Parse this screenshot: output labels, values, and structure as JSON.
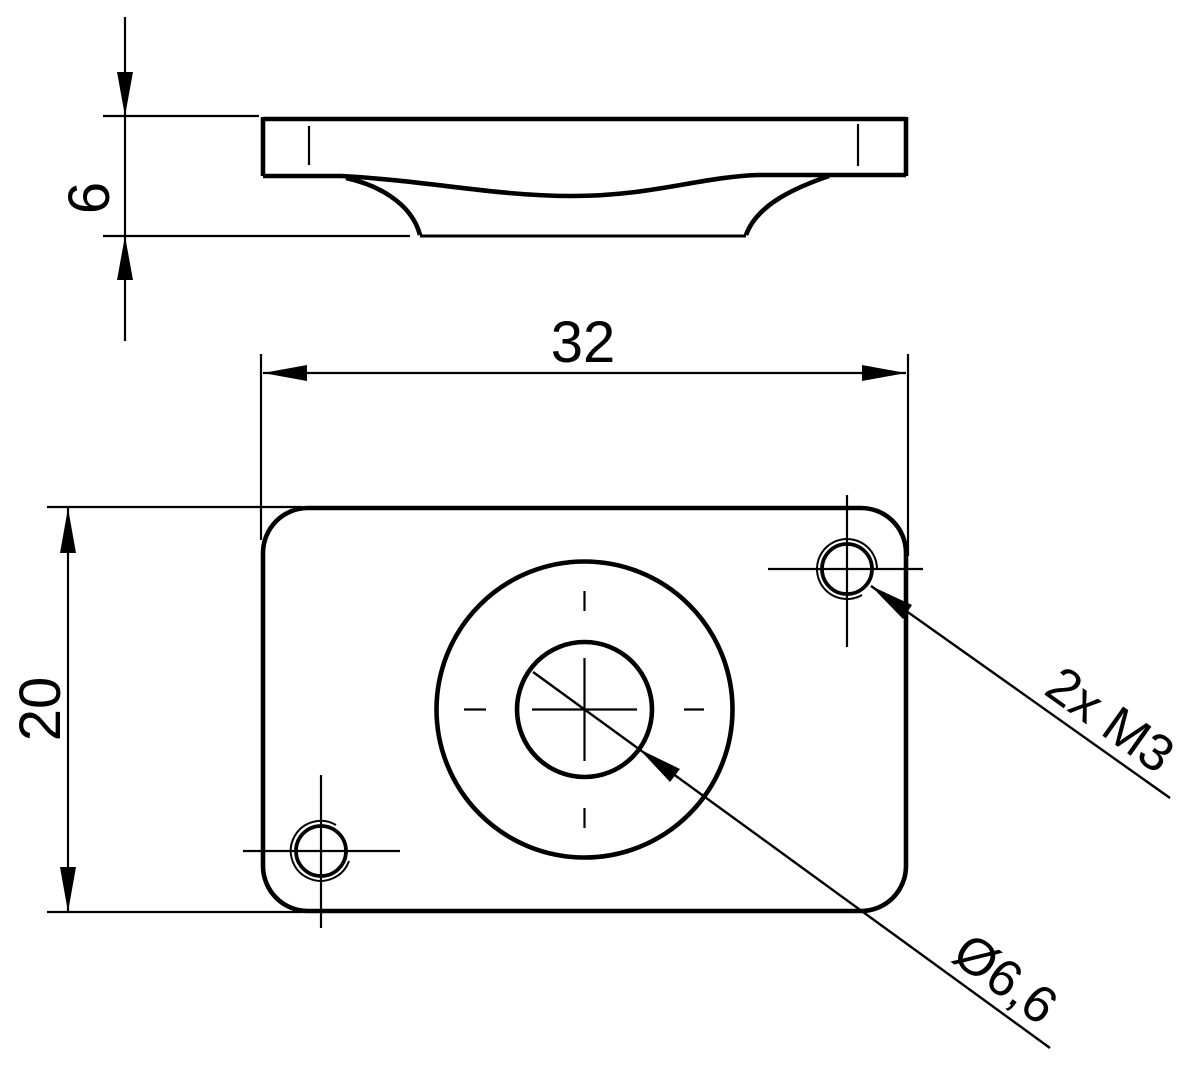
{
  "drawing": {
    "background_color": "#ffffff",
    "ink_color": "#000000",
    "dimensions": {
      "width": "32",
      "height": "20",
      "thickness": "6"
    },
    "callouts": {
      "corner_holes": "2x M3",
      "center_hole": "Ø6,6"
    }
  }
}
